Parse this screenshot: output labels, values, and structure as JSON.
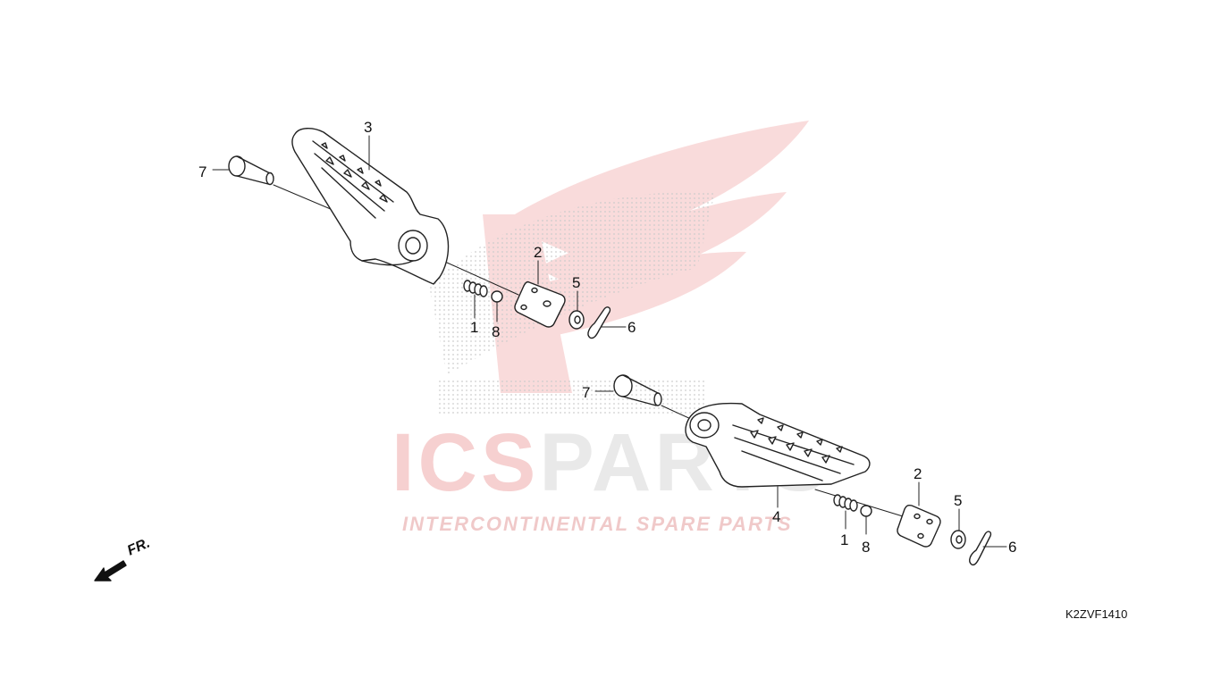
{
  "diagram": {
    "reference_code": "K2ZVF1410",
    "direction_label": "FR.",
    "callouts": {
      "upper_bolt_7": "7",
      "upper_step_3": "3",
      "upper_spring_1": "1",
      "upper_ball_8": "8",
      "upper_plate_2": "2",
      "upper_washer_5": "5",
      "upper_pin_6": "6",
      "lower_bolt_7": "7",
      "lower_step_4": "4",
      "lower_spring_1": "1",
      "lower_ball_8": "8",
      "lower_plate_2": "2",
      "lower_washer_5": "5",
      "lower_pin_6": "6"
    }
  },
  "watermark": {
    "brand_ics": "ICS",
    "brand_parts": "PARTS",
    "tagline": "INTERCONTINENTAL SPARE PARTS",
    "wing_color": "#e06060"
  }
}
